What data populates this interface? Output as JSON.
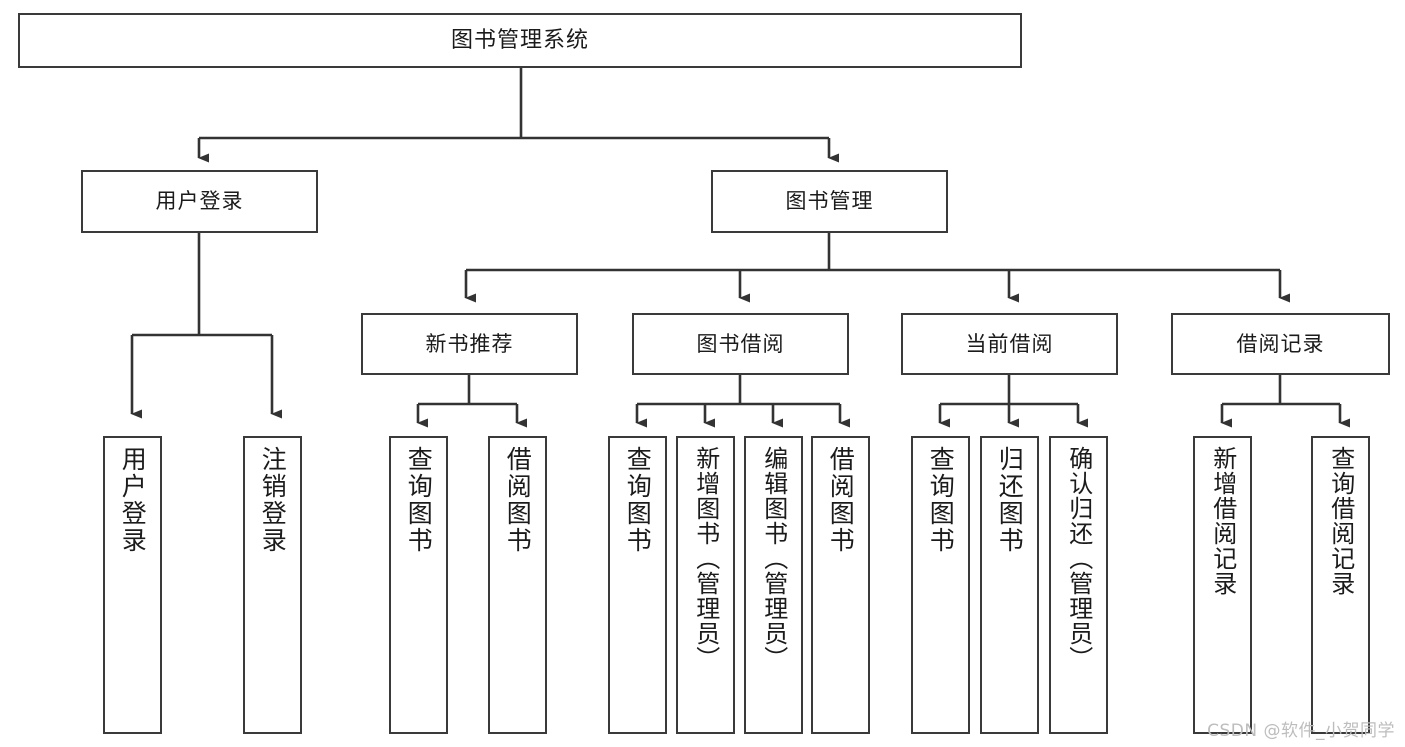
{
  "diagram": {
    "title": "图书管理系统",
    "type": "tree",
    "colors": {
      "box_border": "#3a3a3a",
      "box_fill": "#ffffff",
      "connector": "#333333",
      "text": "#1b1b1b",
      "watermark": "#bdbdbd",
      "background": "#ffffff"
    },
    "root": {
      "label": "图书管理系统"
    },
    "level2": [
      {
        "label": "用户登录"
      },
      {
        "label": "图书管理"
      }
    ],
    "level3": [
      {
        "label": "新书推荐"
      },
      {
        "label": "图书借阅"
      },
      {
        "label": "当前借阅"
      },
      {
        "label": "借阅记录"
      }
    ],
    "leaves": {
      "user_login": [
        {
          "label": "用户登录"
        },
        {
          "label": "注销登录"
        }
      ],
      "new_book_recommend": [
        {
          "label": "查询图书"
        },
        {
          "label": "借阅图书"
        }
      ],
      "book_borrow": [
        {
          "label": "查询图书"
        },
        {
          "label": "新增图书（管理员）"
        },
        {
          "label": "编辑图书（管理员）"
        },
        {
          "label": "借阅图书"
        }
      ],
      "current_borrow": [
        {
          "label": "查询图书"
        },
        {
          "label": "归还图书"
        },
        {
          "label": "确认归还（管理员）"
        }
      ],
      "borrow_record": [
        {
          "label": "新增借阅记录"
        },
        {
          "label": "查询借阅记录"
        }
      ]
    },
    "watermark": "CSDN @软件_小贺同学"
  }
}
